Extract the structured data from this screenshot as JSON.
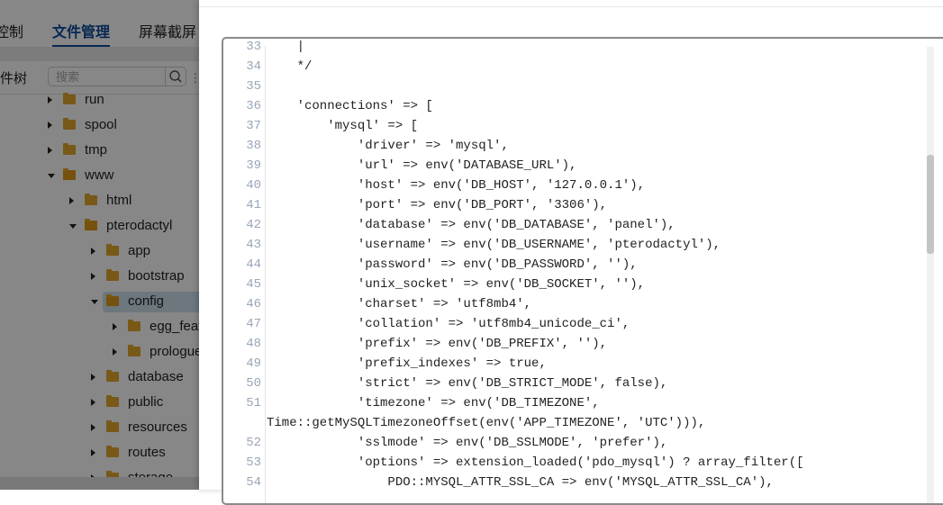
{
  "tabs": [
    {
      "label": "控制"
    },
    {
      "label": "文件管理"
    },
    {
      "label": "屏幕截屏"
    }
  ],
  "tree_panel": {
    "title": "件树",
    "search_placeholder": "搜索",
    "more": "⋮"
  },
  "tree": [
    {
      "name": "run",
      "level": 0,
      "open": false
    },
    {
      "name": "spool",
      "level": 0,
      "open": false
    },
    {
      "name": "tmp",
      "level": 0,
      "open": false
    },
    {
      "name": "www",
      "level": 0,
      "open": true
    },
    {
      "name": "html",
      "level": 1,
      "open": false
    },
    {
      "name": "pterodactyl",
      "level": 1,
      "open": true
    },
    {
      "name": "app",
      "level": 2,
      "open": false
    },
    {
      "name": "bootstrap",
      "level": 2,
      "open": false
    },
    {
      "name": "config",
      "level": 2,
      "open": true,
      "selected": true
    },
    {
      "name": "egg_feat",
      "level": 3,
      "open": false
    },
    {
      "name": "prologue",
      "level": 3,
      "open": false
    },
    {
      "name": "database",
      "level": 2,
      "open": false
    },
    {
      "name": "public",
      "level": 2,
      "open": false
    },
    {
      "name": "resources",
      "level": 2,
      "open": false
    },
    {
      "name": "routes",
      "level": 2,
      "open": false
    },
    {
      "name": "storage",
      "level": 2,
      "open": false
    }
  ],
  "editor": {
    "scroll_position_fraction": 0.3,
    "lines": [
      {
        "n": "33",
        "t": "    |"
      },
      {
        "n": "34",
        "t": "    */"
      },
      {
        "n": "35",
        "t": ""
      },
      {
        "n": "36",
        "t": "    'connections' => ["
      },
      {
        "n": "37",
        "t": "        'mysql' => ["
      },
      {
        "n": "38",
        "t": "            'driver' => 'mysql',"
      },
      {
        "n": "39",
        "t": "            'url' => env('DATABASE_URL'),"
      },
      {
        "n": "40",
        "t": "            'host' => env('DB_HOST', '127.0.0.1'),"
      },
      {
        "n": "41",
        "t": "            'port' => env('DB_PORT', '3306'),"
      },
      {
        "n": "42",
        "t": "            'database' => env('DB_DATABASE', 'panel'),"
      },
      {
        "n": "43",
        "t": "            'username' => env('DB_USERNAME', 'pterodactyl'),"
      },
      {
        "n": "44",
        "t": "            'password' => env('DB_PASSWORD', ''),"
      },
      {
        "n": "45",
        "t": "            'unix_socket' => env('DB_SOCKET', ''),"
      },
      {
        "n": "46",
        "t": "            'charset' => 'utf8mb4',"
      },
      {
        "n": "47",
        "t": "            'collation' => 'utf8mb4_unicode_ci',"
      },
      {
        "n": "48",
        "t": "            'prefix' => env('DB_PREFIX', ''),"
      },
      {
        "n": "49",
        "t": "            'prefix_indexes' => true,"
      },
      {
        "n": "50",
        "t": "            'strict' => env('DB_STRICT_MODE', false),"
      },
      {
        "n": "51",
        "t": "            'timezone' => env('DB_TIMEZONE',"
      },
      {
        "n": "",
        "t": "Time::getMySQLTimezoneOffset(env('APP_TIMEZONE', 'UTC'))),"
      },
      {
        "n": "52",
        "t": "            'sslmode' => env('DB_SSLMODE', 'prefer'),"
      },
      {
        "n": "53",
        "t": "            'options' => extension_loaded('pdo_mysql') ? array_filter(["
      },
      {
        "n": "54",
        "t": "                PDO::MYSQL_ATTR_SSL_CA => env('MYSQL_ATTR_SSL_CA'),"
      }
    ]
  }
}
